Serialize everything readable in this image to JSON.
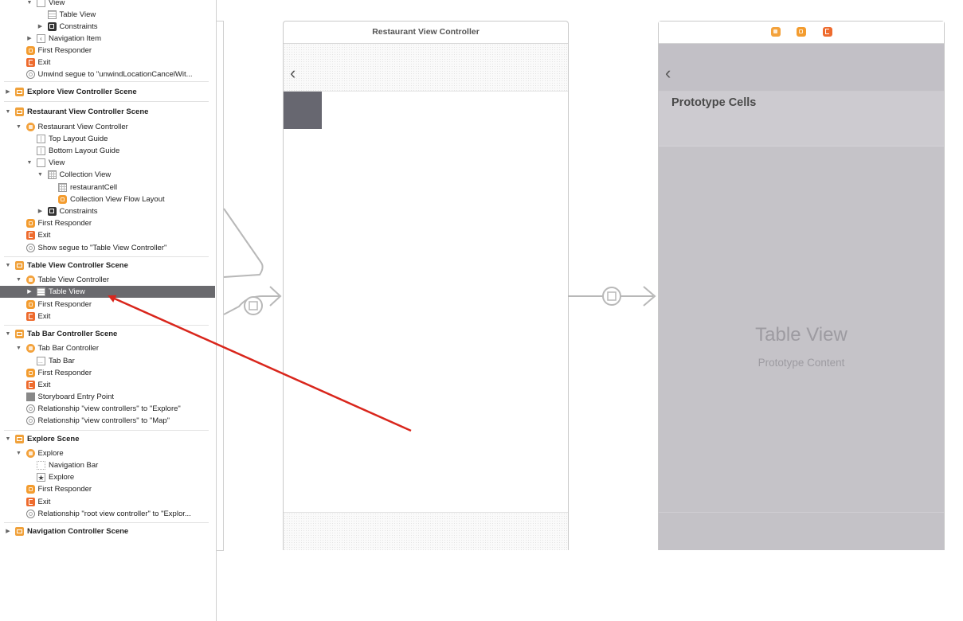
{
  "outline": {
    "rows": [
      {
        "label": "View",
        "indent": 3,
        "icon": "view",
        "tri": "open"
      },
      {
        "label": "Table View",
        "indent": 4,
        "icon": "table"
      },
      {
        "label": "Constraints",
        "indent": 4,
        "icon": "constraints",
        "tri": "closed"
      },
      {
        "label": "Navigation Item",
        "indent": 3,
        "icon": "nav-item",
        "tri": "closed"
      },
      {
        "label": "First Responder",
        "indent": 2,
        "icon": "cube"
      },
      {
        "label": "Exit",
        "indent": 2,
        "icon": "exit"
      },
      {
        "label": "Unwind segue to \"unwindLocationCancelWit...",
        "indent": 2,
        "icon": "circle"
      },
      {
        "label": "Explore View Controller Scene",
        "indent": 1,
        "icon": "scene",
        "tri": "closed",
        "section": true
      },
      {
        "label": "Restaurant View Controller Scene",
        "indent": 1,
        "icon": "scene",
        "tri": "open",
        "section": true
      },
      {
        "label": "Restaurant View Controller",
        "indent": 2,
        "icon": "vc",
        "tri": "open"
      },
      {
        "label": "Top Layout Guide",
        "indent": 3,
        "icon": "guide"
      },
      {
        "label": "Bottom Layout Guide",
        "indent": 3,
        "icon": "guide"
      },
      {
        "label": "View",
        "indent": 3,
        "icon": "view",
        "tri": "open"
      },
      {
        "label": "Collection View",
        "indent": 4,
        "icon": "grid",
        "tri": "open"
      },
      {
        "label": "restaurantCell",
        "indent": 5,
        "icon": "grid"
      },
      {
        "label": "Collection View Flow Layout",
        "indent": 5,
        "icon": "cube"
      },
      {
        "label": "Constraints",
        "indent": 4,
        "icon": "constraints",
        "tri": "closed"
      },
      {
        "label": "First Responder",
        "indent": 2,
        "icon": "cube"
      },
      {
        "label": "Exit",
        "indent": 2,
        "icon": "exit"
      },
      {
        "label": "Show segue to \"Table View Controller\"",
        "indent": 2,
        "icon": "circle"
      },
      {
        "label": "Table View Controller Scene",
        "indent": 1,
        "icon": "scene",
        "tri": "open",
        "section": true
      },
      {
        "label": "Table View Controller",
        "indent": 2,
        "icon": "vc",
        "tri": "open"
      },
      {
        "label": "Table View",
        "indent": 3,
        "icon": "table",
        "tri": "closed",
        "selected": true
      },
      {
        "label": "First Responder",
        "indent": 2,
        "icon": "cube"
      },
      {
        "label": "Exit",
        "indent": 2,
        "icon": "exit"
      },
      {
        "label": "Tab Bar Controller Scene",
        "indent": 1,
        "icon": "scene",
        "tri": "open",
        "section": true
      },
      {
        "label": "Tab Bar Controller",
        "indent": 2,
        "icon": "vc",
        "tri": "open"
      },
      {
        "label": "Tab Bar",
        "indent": 3,
        "icon": "tabbar"
      },
      {
        "label": "First Responder",
        "indent": 2,
        "icon": "cube"
      },
      {
        "label": "Exit",
        "indent": 2,
        "icon": "exit"
      },
      {
        "label": "Storyboard Entry Point",
        "indent": 2,
        "icon": "arrow"
      },
      {
        "label": "Relationship \"view controllers\" to \"Explore\"",
        "indent": 2,
        "icon": "circle"
      },
      {
        "label": "Relationship \"view controllers\" to \"Map\"",
        "indent": 2,
        "icon": "circle"
      },
      {
        "label": "Explore Scene",
        "indent": 1,
        "icon": "scene",
        "tri": "open",
        "section": true
      },
      {
        "label": "Explore",
        "indent": 2,
        "icon": "vc",
        "tri": "open"
      },
      {
        "label": "Navigation Bar",
        "indent": 3,
        "icon": "navbar"
      },
      {
        "label": "Explore",
        "indent": 3,
        "icon": "star"
      },
      {
        "label": "First Responder",
        "indent": 2,
        "icon": "cube"
      },
      {
        "label": "Exit",
        "indent": 2,
        "icon": "exit"
      },
      {
        "label": "Relationship \"root view controller\" to \"Explor...",
        "indent": 2,
        "icon": "circle"
      },
      {
        "label": "Navigation Controller Scene",
        "indent": 1,
        "icon": "scene",
        "tri": "closed",
        "section": true
      }
    ]
  },
  "canvas": {
    "restaurant_vc": {
      "title": "Restaurant View Controller",
      "back_glyph": "‹"
    },
    "table_vc": {
      "back_glyph": "‹",
      "prototype_cells": "Prototype Cells",
      "table_view": "Table View",
      "prototype_content": "Prototype Content",
      "dock_icon_color": "#f39c2f"
    }
  },
  "colors": {
    "selection": "#6a6a6e",
    "annotation_arrow": "#d9261c",
    "segue_line": "#b8b8b8"
  }
}
